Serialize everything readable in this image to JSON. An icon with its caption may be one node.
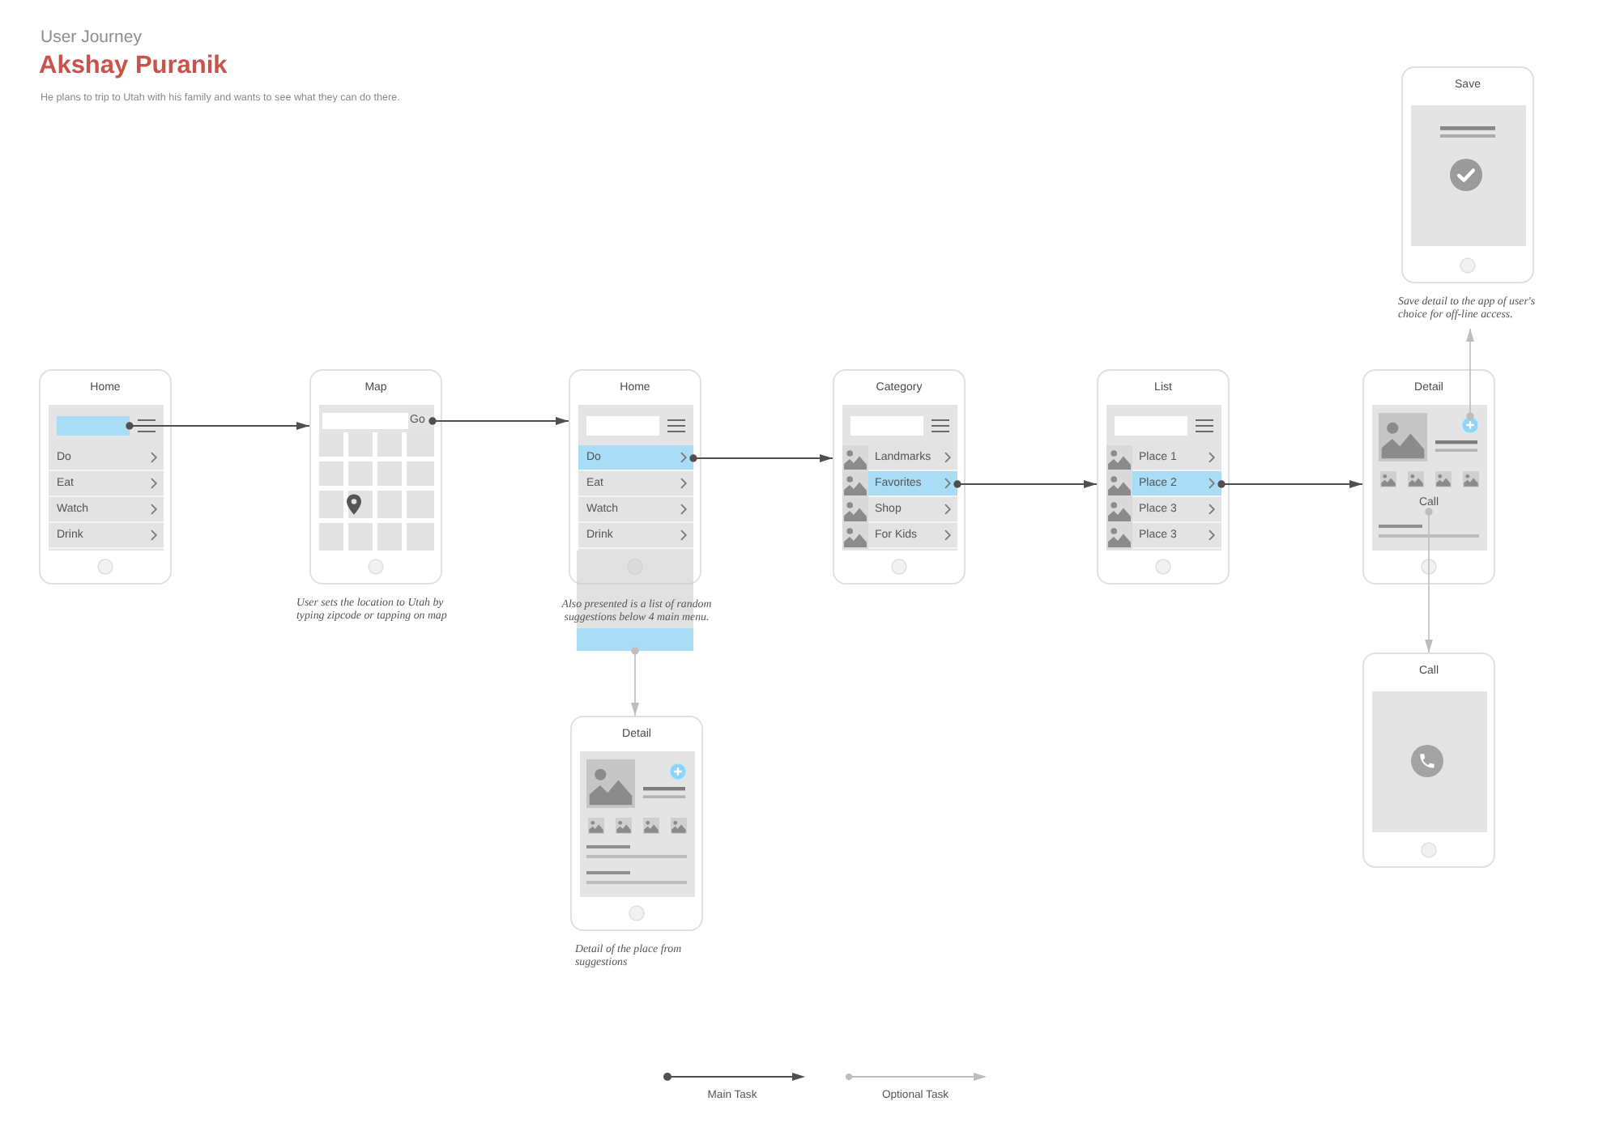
{
  "diagram": {
    "title": "User Journey",
    "nodes": [
      {
        "text": [
          "Home"
        ]
      },
      {
        "text": [],
        "shape": "box",
        "in": 0
      },
      {
        "text": [
          "Do"
        ],
        "in": 0
      },
      {
        "text": [
          "Eat"
        ],
        "in": 0
      },
      {
        "text": [
          "Watch"
        ],
        "in": 0
      },
      {
        "text": [
          "Drink"
        ],
        "in": 0
      },
      {
        "text": [
          "Map"
        ],
        "beside": [
          "User sets the location to Utah by typing zipcode or tapping on map"
        ]
      },
      {
        "text": [
          "Go"
        ],
        "in": 6
      },
      {
        "text": [
          "Home"
        ]
      },
      {
        "text": [
          "Do"
        ],
        "in": 8
      },
      {
        "text": [
          "Eat"
        ],
        "in": 8
      },
      {
        "text": [
          "Watch"
        ],
        "in": 8
      },
      {
        "text": [
          "Drink"
        ],
        "in": 8
      },
      {
        "text": [],
        "shape": "box",
        "beside": [
          "Also presented is a list of random suggestions below 4 main menu."
        ]
      },
      {
        "text": [
          "Category"
        ]
      },
      {
        "text": [
          "Landmarks"
        ],
        "in": 14
      },
      {
        "text": [
          "Favorites"
        ],
        "in": 14
      },
      {
        "text": [
          "Shop"
        ],
        "in": 14
      },
      {
        "text": [
          "For Kids"
        ],
        "in": 14
      },
      {
        "text": [
          "List"
        ]
      },
      {
        "text": [
          "Place 1"
        ],
        "in": 19
      },
      {
        "text": [
          "Place 2"
        ],
        "in": 19
      },
      {
        "text": [
          "Place 3"
        ],
        "in": 19
      },
      {
        "text": [
          "Place 3"
        ],
        "in": 19
      },
      {
        "text": [
          "Save"
        ],
        "beside": [
          "Save detail to the app of user's choice for off-line access."
        ]
      },
      {
        "text": [
          "Detail"
        ]
      },
      {
        "text": [],
        "shape": "circle",
        "in": 25
      },
      {
        "text": [
          "Call"
        ],
        "in": 25
      },
      {
        "text": [
          "Call"
        ]
      },
      {
        "text": [
          "Detail"
        ],
        "beside": [
          "Detail of the place from suggestions"
        ]
      }
    ],
    "edges": [
      {
        "from": 1,
        "to": 6,
        "arrow": "to"
      },
      {
        "from": 7,
        "to": 8,
        "arrow": "to"
      },
      {
        "from": 9,
        "to": 14,
        "arrow": "to"
      },
      {
        "from": 16,
        "to": 19,
        "arrow": "to"
      },
      {
        "from": 21,
        "to": 25,
        "arrow": "to"
      },
      {
        "from": 13,
        "to": 29,
        "arrow": "to",
        "color": "#bdbdbd"
      },
      {
        "from": 26,
        "to": 24,
        "arrow": "to",
        "color": "#bdbdbd"
      },
      {
        "from": 27,
        "to": 28,
        "arrow": "to",
        "color": "#bdbdbd"
      }
    ],
    "labels": [
      "Akshay Puranik",
      "He plans to trip to Utah with his family and wants to see what they can do there."
    ],
    "legend": [
      {
        "text": "Main Task"
      },
      {
        "text": "Optional Task"
      }
    ]
  }
}
